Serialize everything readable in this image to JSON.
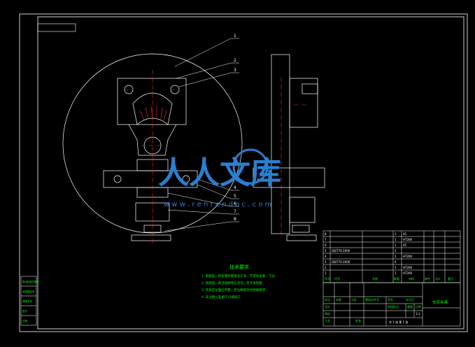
{
  "watermark": {
    "brand_text": "人人文库",
    "url_text": "w w w . r e n r e n d o c . c o m"
  },
  "callouts": [
    "1",
    "2",
    "3",
    "4",
    "5",
    "6",
    "7",
    "8"
  ],
  "notes": {
    "heading": "技术要求",
    "lines": [
      "1. 装配前，所有零件需清洗干净，不得有毛刺、飞边",
      "2. 装配后，各活动部件应灵活，无卡滞现象",
      "3. 夹具定位面应平整，定位精度符合图纸要求",
      "4. 未注明公差按IT12级加工"
    ]
  },
  "bom": {
    "rows": [
      {
        "no": "8",
        "code": "",
        "name": "",
        "qty": "1",
        "mat": "45"
      },
      {
        "no": "7",
        "code": "",
        "name": "",
        "qty": "1",
        "mat": "HT200"
      },
      {
        "no": "6",
        "code": "",
        "name": "",
        "qty": "1",
        "mat": "45"
      },
      {
        "no": "5",
        "code": "GB/T70-2000",
        "name": "",
        "qty": "2",
        "mat": ""
      },
      {
        "no": "4",
        "code": "",
        "name": "",
        "qty": "1",
        "mat": "HT200"
      },
      {
        "no": "3",
        "code": "GB/T70-2000",
        "name": "",
        "qty": "4",
        "mat": ""
      },
      {
        "no": "2",
        "code": "",
        "name": "",
        "qty": "1",
        "mat": "HT200"
      },
      {
        "no": "1",
        "code": "",
        "name": "",
        "qty": "1",
        "mat": "HT200"
      }
    ],
    "header": {
      "no": "序号",
      "code": "代号",
      "name": "名称",
      "qty": "数量",
      "mat": "材料",
      "unit_weight": "单件",
      "total_weight": "总计",
      "remark": "备注"
    }
  },
  "title_block": {
    "drawing_name": "车床夹具",
    "scale_label": "比例",
    "scale_value": "1:1",
    "sheet_text": "共 1 张  第 1 张",
    "design_label": "设计",
    "review_label": "审核",
    "process_label": "工艺",
    "approve_label": "批准",
    "mark_label": "标记",
    "count_label": "处数",
    "zone_label": "分区",
    "change_label": "更改文件号",
    "sign_label": "签名",
    "date_label": "年月日",
    "stage_label": "阶段标记",
    "weight_label": "重量"
  },
  "side_strip": [
    "借(通)用件登记",
    "旧底图总号",
    "底图总号",
    "签字",
    "日期"
  ],
  "colors": {
    "line": "#ffffff",
    "center": "#ff3030",
    "note": "#00ff00",
    "watermark": "#2a7fd0",
    "hatch": "#ff3030"
  }
}
